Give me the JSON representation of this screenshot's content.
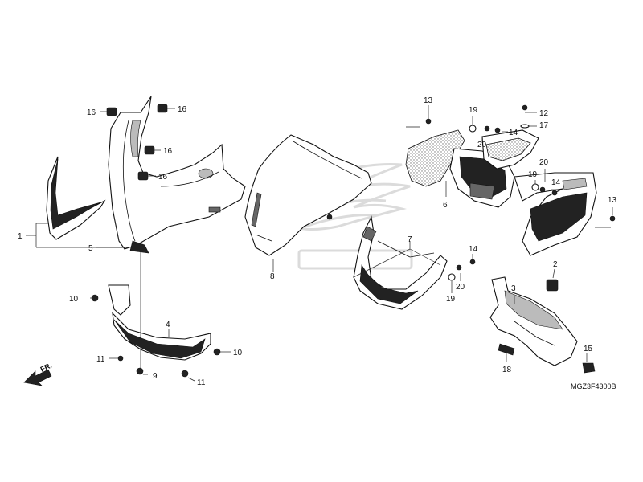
{
  "diagram": {
    "reference_code": "MGZ3F4300B",
    "direction_label": "FR.",
    "callouts": {
      "c1": "1",
      "c2": "2",
      "c3": "3",
      "c4": "4",
      "c5": "5",
      "c6": "6",
      "c7": "7",
      "c8": "8",
      "c9": "9",
      "c10a": "10",
      "c10b": "10",
      "c11a": "11",
      "c11b": "11",
      "c12": "12",
      "c13a": "13",
      "c13b": "13",
      "c14a": "14",
      "c14b": "14",
      "c14c": "14",
      "c15": "15",
      "c16a": "16",
      "c16b": "16",
      "c16c": "16",
      "c16d": "16",
      "c17": "17",
      "c18": "18",
      "c19a": "19",
      "c19b": "19",
      "c19c": "19",
      "c20a": "20",
      "c20b": "20",
      "c20c": "20"
    }
  },
  "colors": {
    "line": "#111111",
    "watermark": "#d8d8d8",
    "background": "#ffffff"
  }
}
